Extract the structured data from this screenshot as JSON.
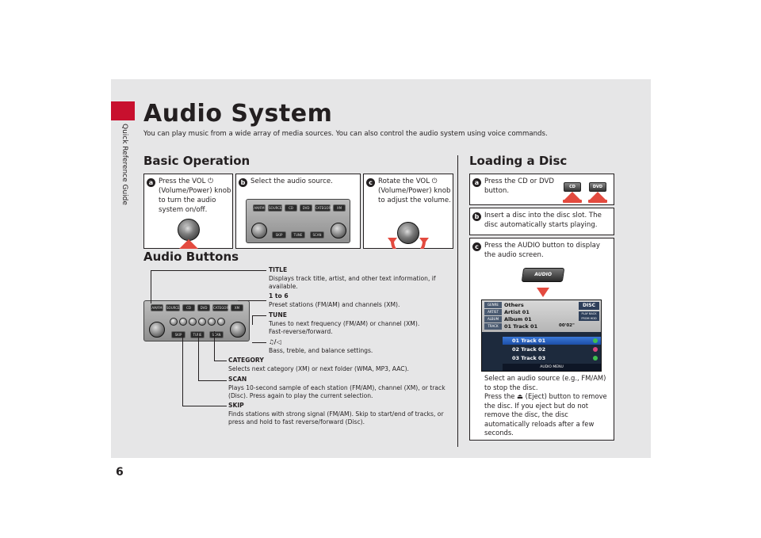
{
  "page": {
    "number": "6",
    "side_label": "Quick Reference Guide",
    "title": "Audio System",
    "intro": "You can play music from a wide array of media sources. You can also control the audio system using voice commands."
  },
  "basic_operation": {
    "heading": "Basic Operation",
    "steps": [
      {
        "num": "a",
        "text": "Press the VOL ⏻ (Volume/Power) knob to turn the audio system on/off."
      },
      {
        "num": "b",
        "text": "Select the audio source."
      },
      {
        "num": "c",
        "text": "Rotate the VOL ⏻ (Volume/Power) knob to adjust the volume."
      }
    ]
  },
  "audio_buttons": {
    "heading": "Audio Buttons",
    "callouts": [
      {
        "name": "TITLE",
        "desc": "Displays track title, artist, and other text information, if available."
      },
      {
        "name": "1 to 6",
        "desc": "Preset stations (FM/AM) and channels (XM)."
      },
      {
        "name": "TUNE",
        "desc": "Tunes to next frequency (FM/AM) or channel (XM). Fast-reverse/forward."
      },
      {
        "name": "♫/◁",
        "desc": "Bass, treble, and balance settings."
      },
      {
        "name": "CATEGORY",
        "desc": "Selects next category (XM) or next folder (WMA, MP3, AAC)."
      },
      {
        "name": "SCAN",
        "desc": "Plays 10-second sample of each station (FM/AM), channel (XM), or track (Disc). Press again to play the current selection."
      },
      {
        "name": "SKIP",
        "desc": "Finds stations with strong signal (FM/AM). Skip to start/end of tracks, or press and hold to fast reverse/forward (Disc)."
      }
    ]
  },
  "radio_labels": [
    "AM/FM",
    "SOURCE",
    "CD",
    "DVD",
    "CATEGORY",
    "XM"
  ],
  "radio_bottom_labels": [
    "SKIP",
    "TUNE",
    "SCAN"
  ],
  "loading_disc": {
    "heading": "Loading a Disc",
    "steps": [
      {
        "num": "a",
        "text": "Press the CD or DVD button."
      },
      {
        "num": "b",
        "text": "Insert a disc into the disc slot. The disc automatically starts playing."
      },
      {
        "num": "c",
        "text": "Press the AUDIO button to display the audio screen."
      }
    ],
    "disc_buttons": [
      "CD",
      "DVD"
    ],
    "audio_button": "AUDIO",
    "screen": {
      "tags": [
        "GENRE",
        "ARTIST",
        "ALBUM",
        "TRACK"
      ],
      "info": [
        "Others",
        "Artist 01",
        "Album 01",
        "01 Track 01"
      ],
      "time": "00'02\"",
      "source": "DISC",
      "status": "PLAY BACK FROM HDD",
      "tracks": [
        "01 Track 01",
        "02 Track 02",
        "03 Track 03"
      ],
      "menu": "AUDIO MENU"
    },
    "note_lines": [
      "Select an audio source (e.g., FM/AM)",
      "to stop the disc.",
      "Press the ⏏ (Eject) button to remove",
      "the disc. If you eject but do not",
      "remove the disc, the disc",
      "automatically reloads after a few",
      "seconds."
    ]
  },
  "colors": {
    "accent": "#c8102e",
    "arrow": "#e34a3f",
    "page_bg": "#e6e6e7"
  }
}
